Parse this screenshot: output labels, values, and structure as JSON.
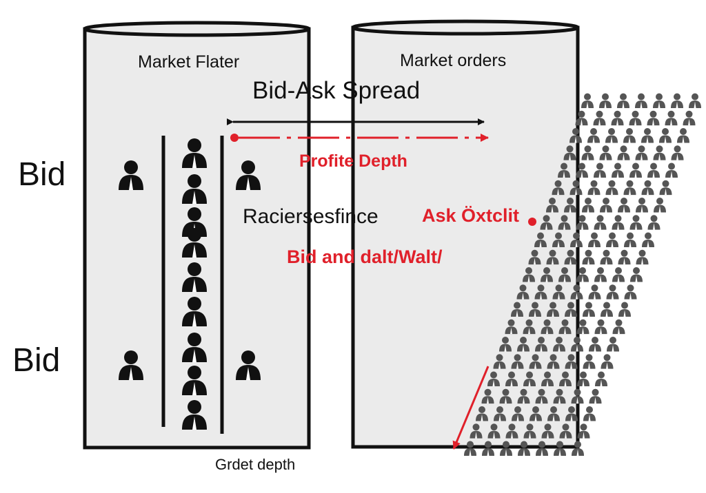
{
  "labels": {
    "left_cylinder_title": "Market Flater",
    "right_cylinder_title": "Market orders",
    "spread_title": "Bid-Ask Spread",
    "profit_depth": "Profite Depth",
    "middle_text_black": "Raciersesfince",
    "middle_text_red": "Ask Öxtclit",
    "bid_and_text": "Bid and dalt/Walt/",
    "bid_top": "Bid",
    "bid_bottom": "Bid",
    "bottom_caption": "Grdet depth"
  },
  "colors": {
    "outline": "#111111",
    "cylinder_fill": "#ebebeb",
    "accent_red": "#e0202a",
    "crowd_gray": "#555555"
  },
  "icons": {
    "person": "person-icon"
  }
}
